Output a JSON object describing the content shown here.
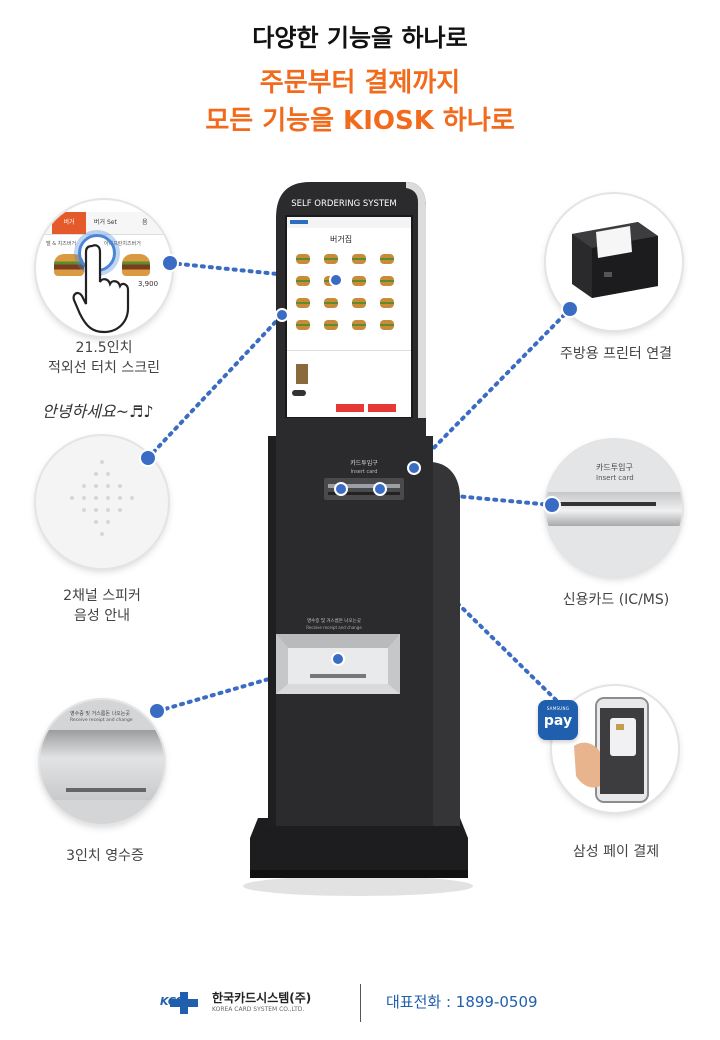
{
  "header": {
    "line1": "다양한 기능을 하나로",
    "line2": "주문부터 결제까지",
    "line3": "모든 기능을 KIOSK 하나로"
  },
  "features": {
    "touch_screen": {
      "label_1": "21.5인치",
      "label_2": "적외선 터치 스크린"
    },
    "speaker": {
      "greeting": "안녕하세요~♬♪",
      "label_1": "2채널 스피커",
      "label_2": "음성 안내"
    },
    "receipt": {
      "label": "3인치 영수증"
    },
    "printer": {
      "label": "주방용 프린터 연결"
    },
    "card": {
      "label": "신용카드 (IC/MS)"
    },
    "samsung_pay": {
      "label": "삼성 페이 결제"
    }
  },
  "touch_preview": {
    "tabs": [
      "버거",
      "버거 Set",
      "음"
    ],
    "item1": "텔 & 치즈버거",
    "item2": "아메프란치즈버거",
    "price": "3,900"
  },
  "kiosk": {
    "top_title": "SELF ORDERING SYSTEM",
    "screen_title": "버거집",
    "card_slot_ko": "카드투입구",
    "card_slot_en": "Insert card",
    "receipt_slot_ko": "영수증 및 거스름돈 나오는곳",
    "receipt_slot_en": "Receive receipt and change"
  },
  "card_closeup": {
    "ko": "카드투입구",
    "en": "Insert card"
  },
  "receipt_closeup": {
    "ko": "영수증 및 거스름돈 나오는곳",
    "en": "Receive receipt and change"
  },
  "samsung_pay_logo": {
    "brand": "SAMSUNG",
    "word": "pay"
  },
  "footer": {
    "logo_mark": "KCS",
    "company_ko": "한국카드시스템(주)",
    "company_en": "KOREA CARD SYSTEM CO.,LTD.",
    "phone": "대표전화 : 1899-0509"
  },
  "colors": {
    "accent": "#f26b1d",
    "dots": "#3a6cc4",
    "kiosk_body": "#2b2b2d",
    "title": "#111111",
    "logo_blue": "#1f5fae"
  }
}
